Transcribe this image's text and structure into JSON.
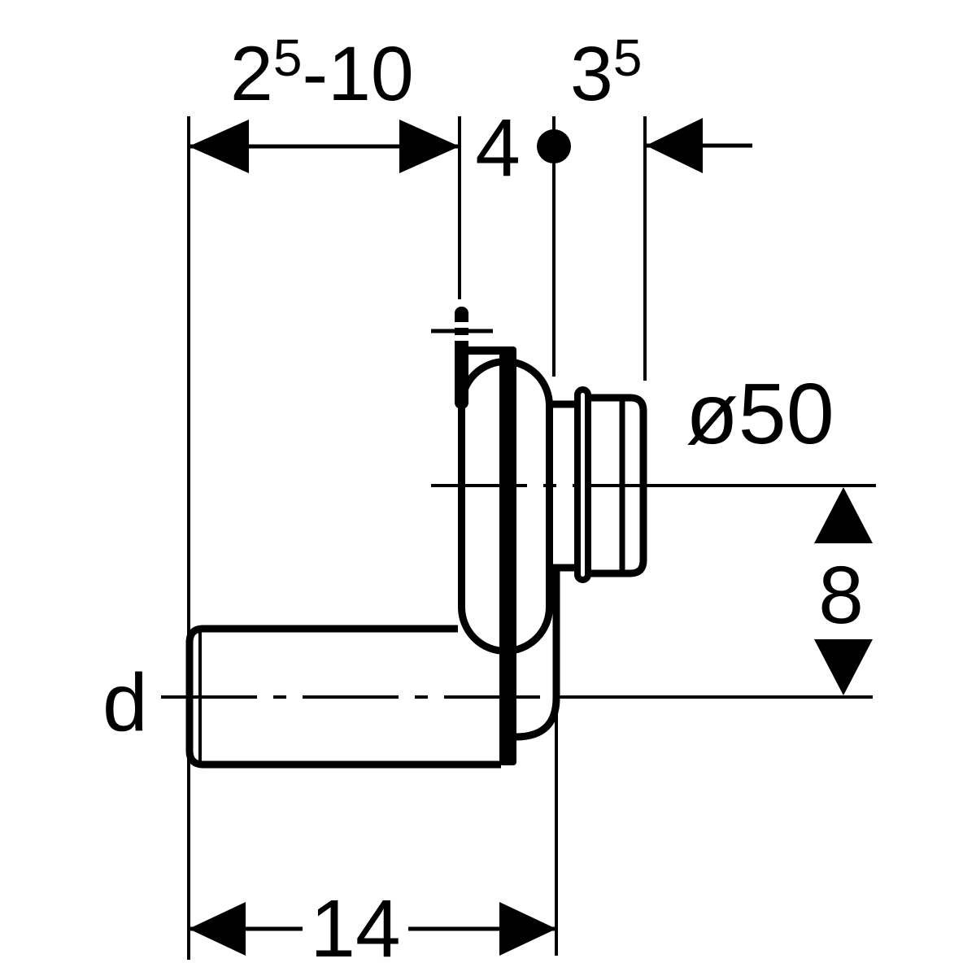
{
  "drawing": {
    "subject": "wall-trap fitting side-view dimension drawing",
    "colors": {
      "ink": "#000000",
      "background": "#ffffff"
    },
    "dims": {
      "mounting_depth_range": {
        "main": "2",
        "sup": "5",
        "rest": "-10"
      },
      "socket_projection": {
        "main": "3",
        "sup": "5"
      },
      "wall_offset": "4",
      "outlet_diameter": "ø50",
      "centerline_offset": "8",
      "inlet_diameter_label": "d",
      "overall_length": "14"
    }
  }
}
